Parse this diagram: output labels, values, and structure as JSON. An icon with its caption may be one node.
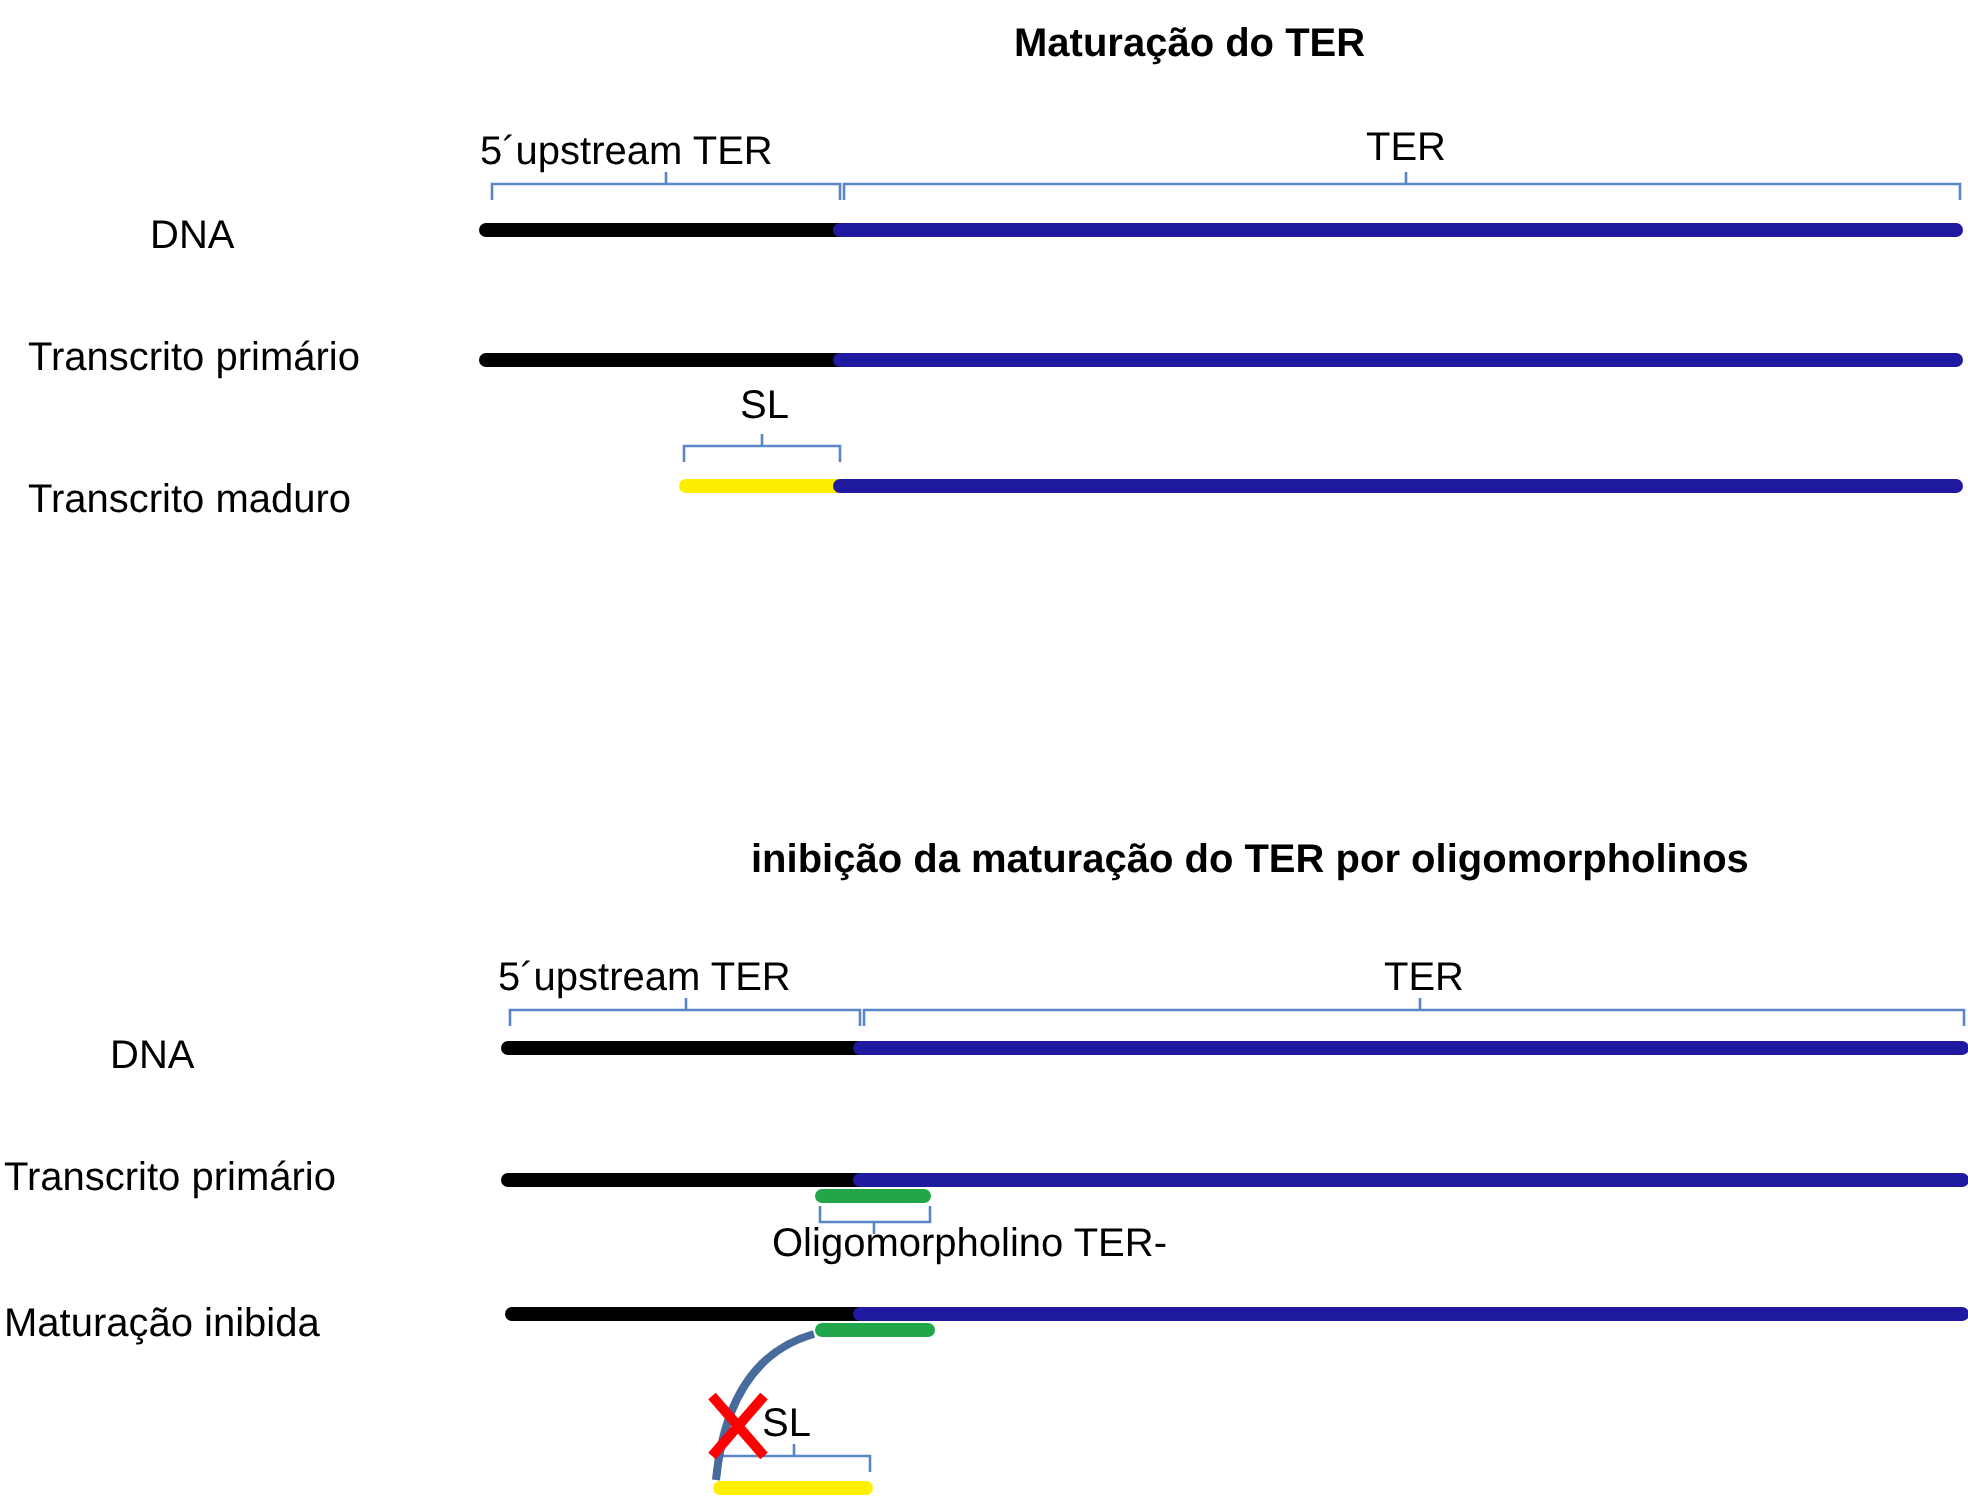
{
  "diagram": {
    "nodes": [
      {
        "text": [],
        "shape": "bar"
      },
      {
        "text": [],
        "shape": "bar"
      }
    ],
    "edges": [
      {
        "from": 0,
        "to": 1,
        "arrow": "none"
      }
    ],
    "labels": [
      "Maturação do TER",
      "5´upstream TER",
      "TER",
      "DNA",
      "Transcrito primário",
      "SL",
      "Transcrito maduro",
      "inibição da maturação do TER por oligomorpholinos",
      "5´upstream TER",
      "TER",
      "DNA",
      "Transcrito primário",
      "Oligomorpholino TER-",
      "Maturação inibida",
      "SL"
    ]
  }
}
